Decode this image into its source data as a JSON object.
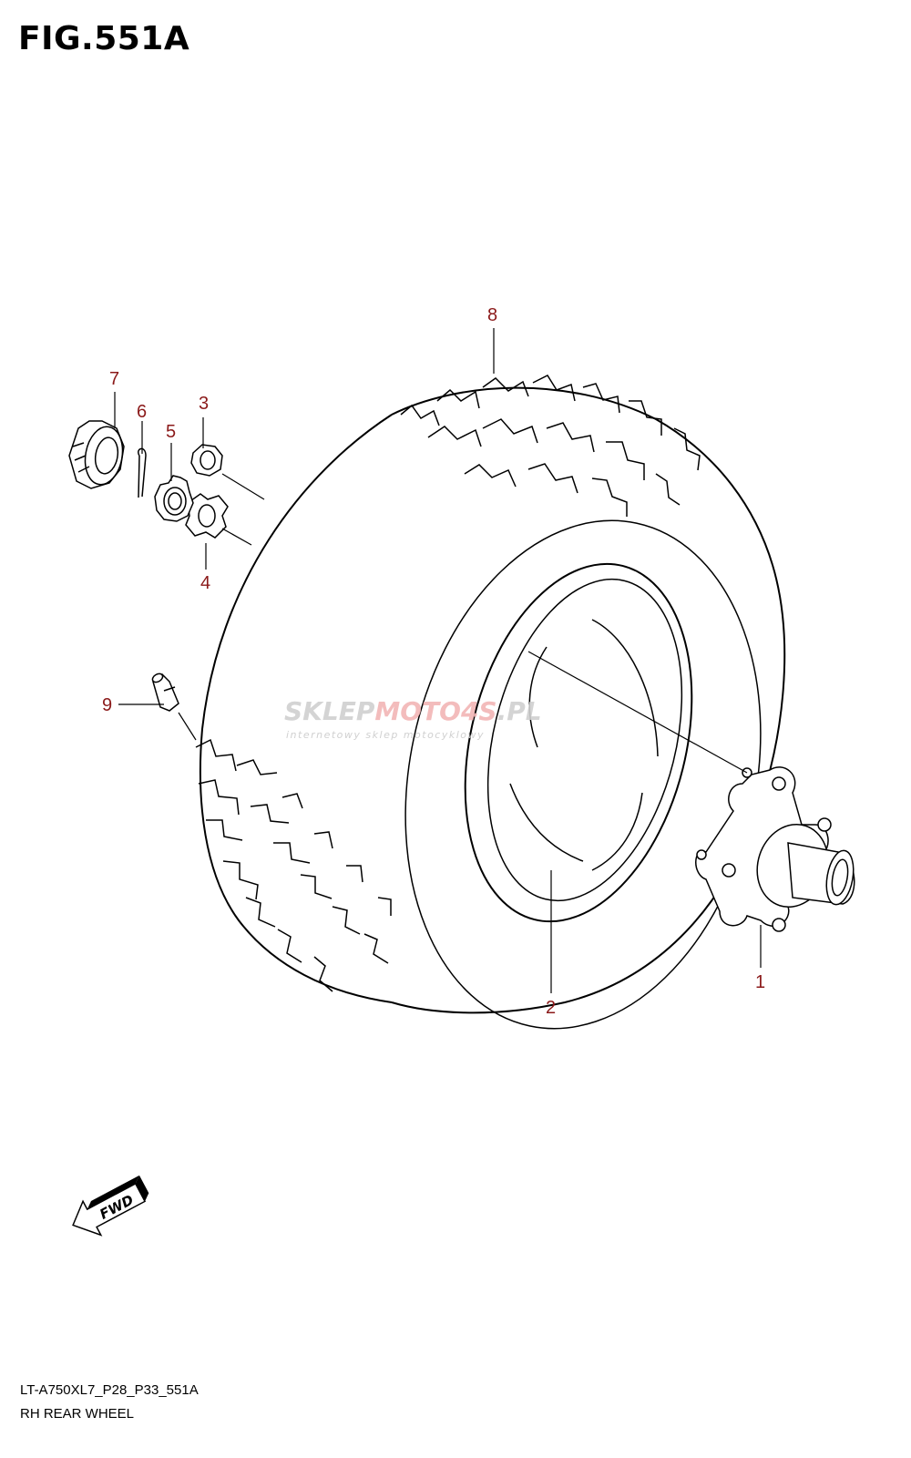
{
  "figure": {
    "title": "FIG.551A"
  },
  "callouts": [
    {
      "id": "1",
      "label": "1"
    },
    {
      "id": "2",
      "label": "2"
    },
    {
      "id": "3",
      "label": "3"
    },
    {
      "id": "4",
      "label": "4"
    },
    {
      "id": "5",
      "label": "5"
    },
    {
      "id": "6",
      "label": "6"
    },
    {
      "id": "7",
      "label": "7"
    },
    {
      "id": "8",
      "label": "8"
    },
    {
      "id": "9",
      "label": "9"
    }
  ],
  "watermark": {
    "brand_part1": "SKLEP",
    "brand_part2": "MOTO",
    "brand_part3": "4S",
    "brand_part4": ".PL",
    "tagline": "internetowy sklep motocyklowy"
  },
  "fwd_label": "FWD",
  "footer": {
    "code": "LT-A750XL7_P28_P33_551A",
    "caption": "RH REAR WHEEL"
  },
  "colors": {
    "callout": "#8b1a1a",
    "line": "#000000",
    "watermark": "#d0d0d0",
    "watermark_accent": "#f2b5b5"
  }
}
